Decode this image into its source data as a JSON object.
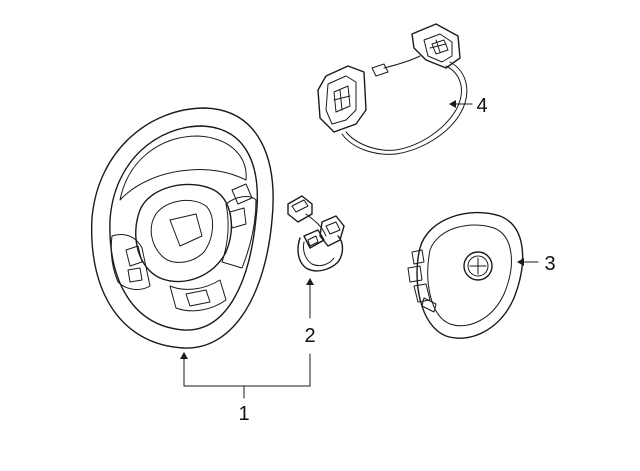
{
  "callouts": {
    "steering_wheel": "1",
    "clock_spring": "2",
    "air_bag": "3",
    "switch_assembly": "4"
  },
  "colors": {
    "line": "#1a1a1a",
    "background": "#ffffff"
  }
}
